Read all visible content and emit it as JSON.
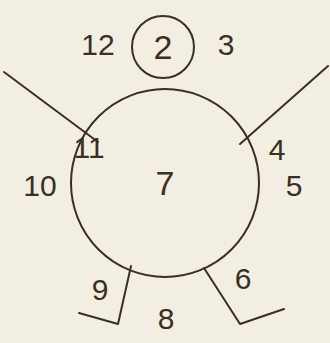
{
  "diagram": {
    "nodes": [
      {
        "text": [
          "2"
        ]
      },
      {
        "text": [
          "7"
        ]
      }
    ],
    "labels": [
      "12",
      "3",
      "11",
      "4",
      "10",
      "5",
      "9",
      "6",
      "8"
    ]
  }
}
